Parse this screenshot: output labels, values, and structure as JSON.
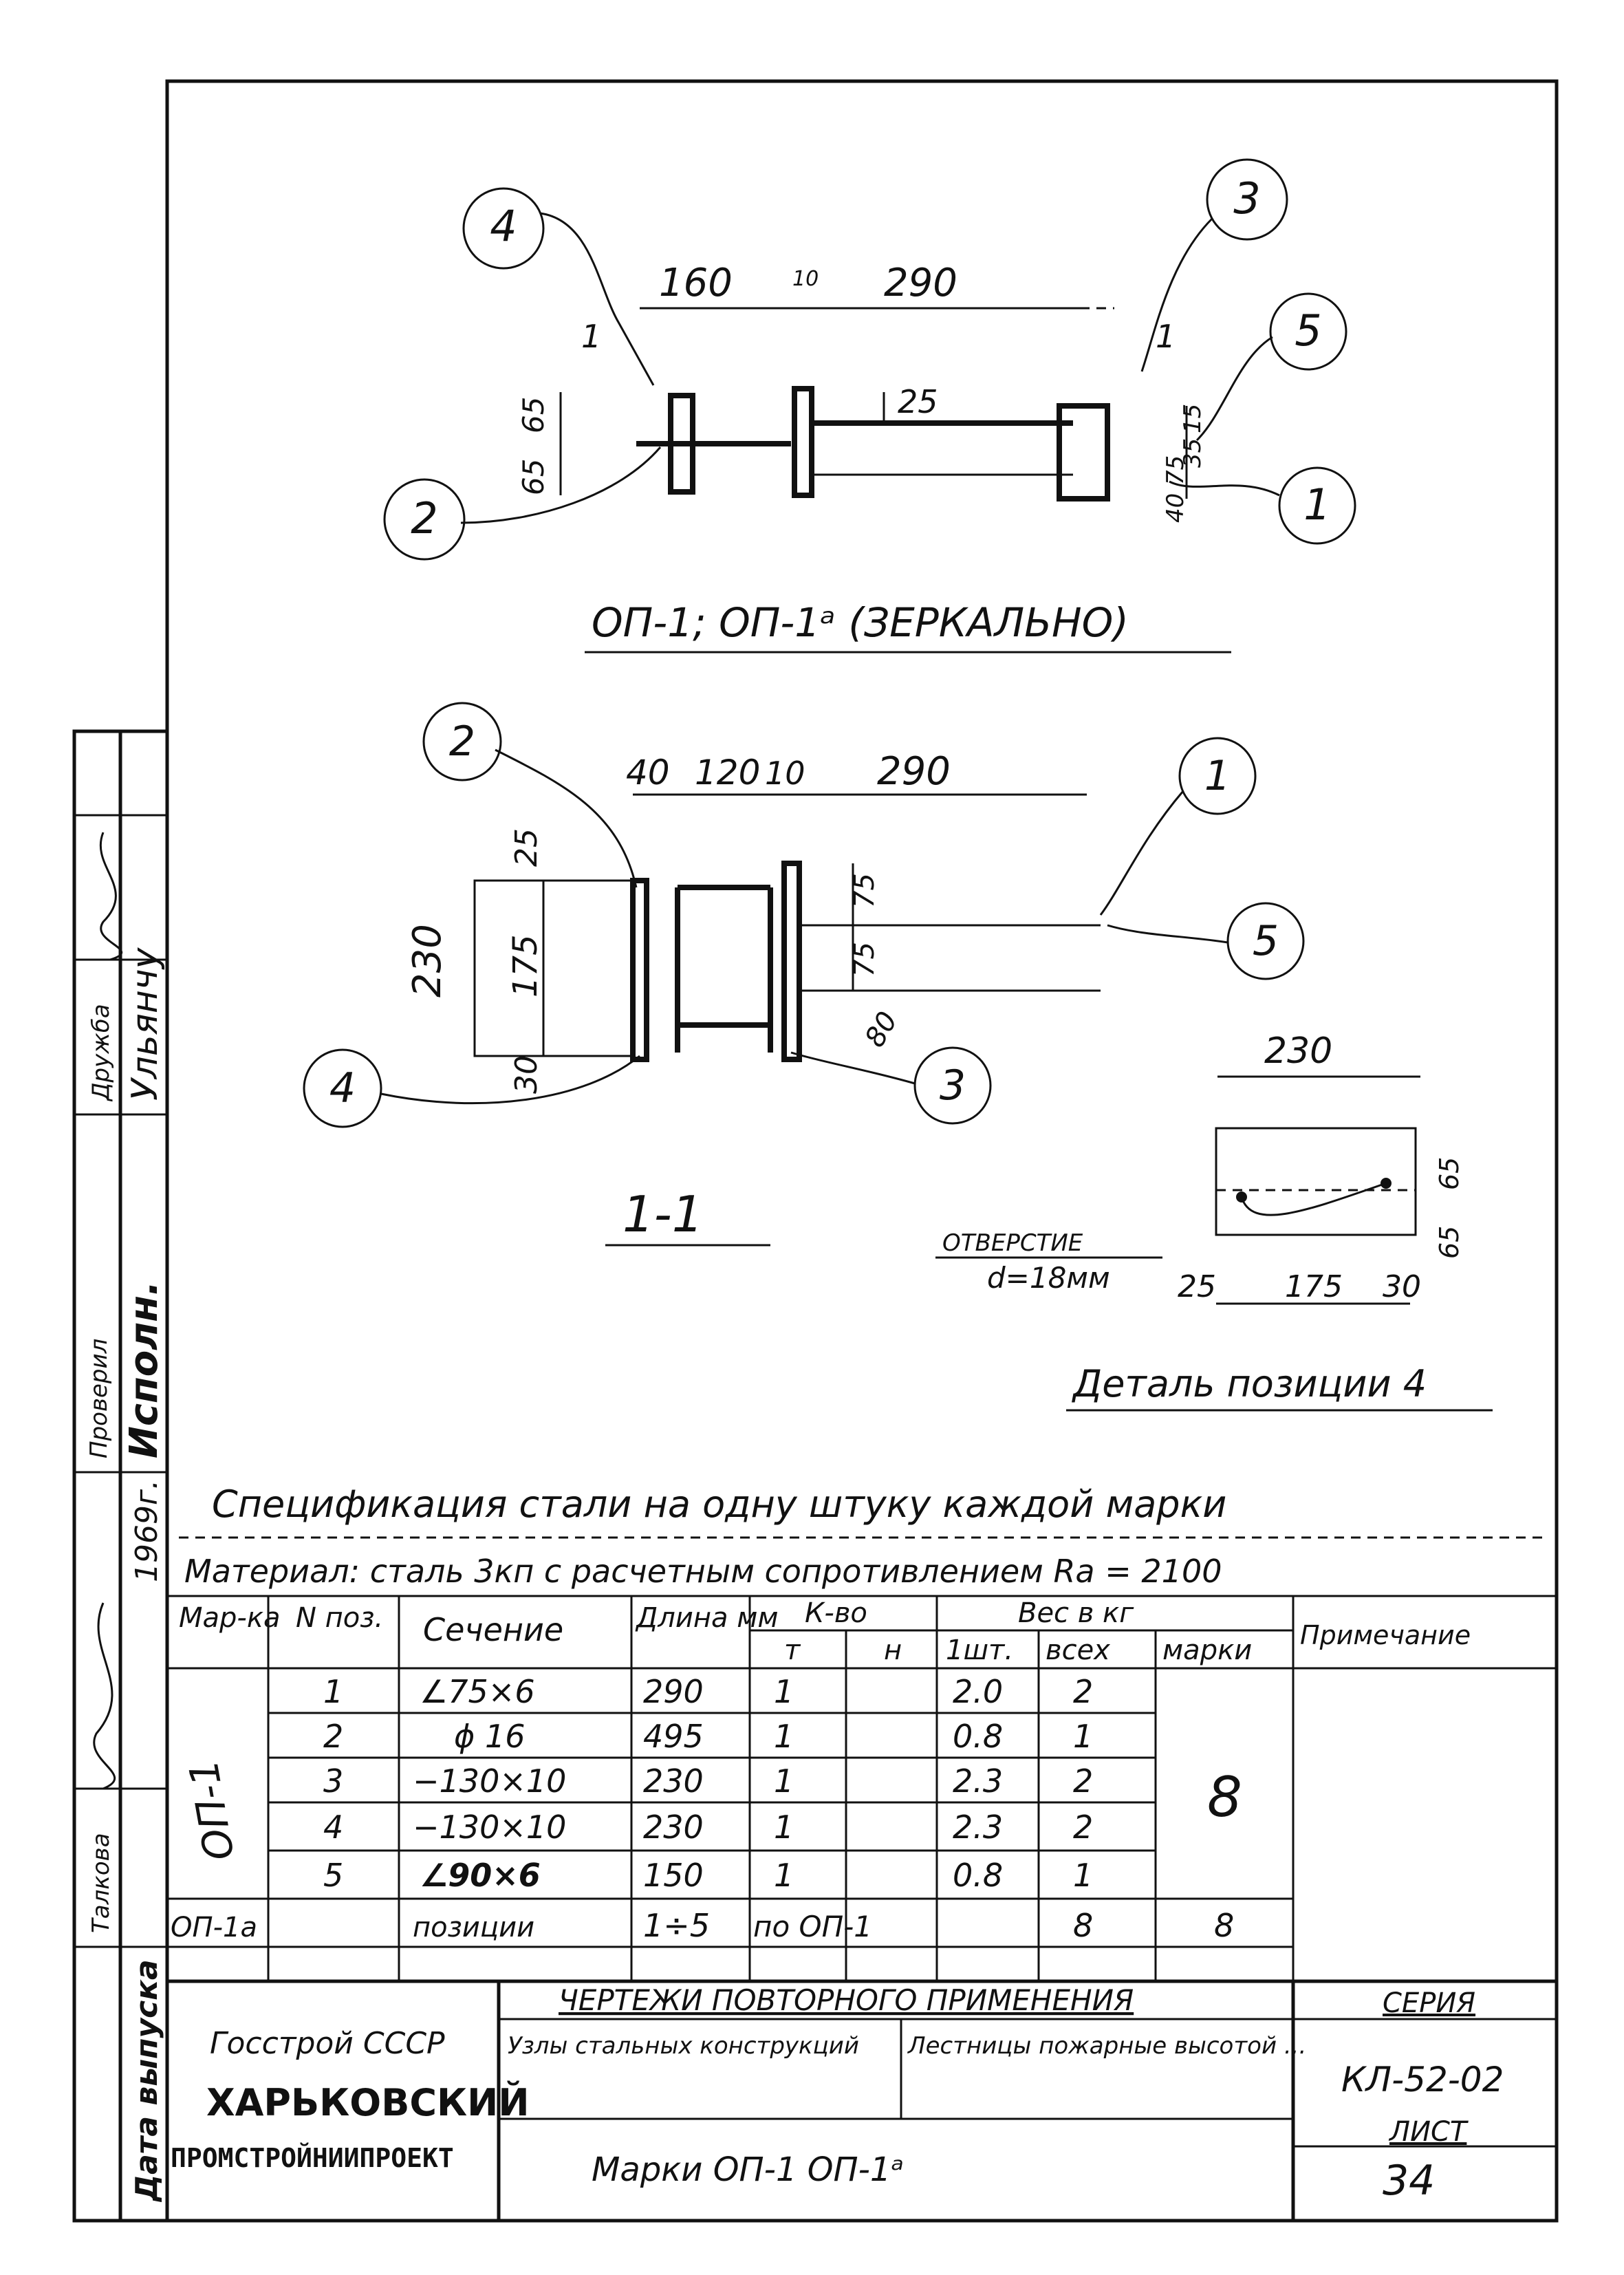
{
  "views": {
    "top": {
      "caption": "ОП-1; ОП-1ᵃ (ЗЕРКАЛЬНО)",
      "callouts": [
        "4",
        "3",
        "5",
        "2",
        "1"
      ],
      "dims": [
        "160",
        "10",
        "290",
        "1",
        "1",
        "25",
        "65",
        "65",
        "15",
        "35",
        "40",
        "75"
      ]
    },
    "section": {
      "caption": "1-1",
      "callouts": [
        "2",
        "1",
        "5",
        "4",
        "3"
      ],
      "dims": [
        "40",
        "120",
        "10",
        "290",
        "25",
        "230",
        "175",
        "30",
        "75",
        "75",
        "80"
      ]
    },
    "detail": {
      "caption": "Деталь позиции 4",
      "hole_label": "ОТВЕРСТИЕ",
      "hole_diameter": "d=18мм",
      "dims": [
        "230",
        "65",
        "65",
        "25",
        "175",
        "30"
      ]
    }
  },
  "left_stamp": {
    "rows": [
      "Проверил",
      "Исполн.",
      "Талкова"
    ],
    "names": [
      "Дружба",
      "Ульянчу"
    ],
    "year": "1969г.",
    "side_label": "Дата выпуска"
  },
  "spec": {
    "title": "Спецификация стали на одну штуку каждой марки",
    "material": "Материал: сталь 3кп с расчетным сопротивлением Ra = 2100",
    "headers": {
      "mark": "Мар-ка",
      "pos": "N поз.",
      "section": "Сечение",
      "length": "Длина мм",
      "qty": "К-во",
      "qty_t": "т",
      "qty_n": "н",
      "weight": "Вес в кг",
      "w_each": "1шт.",
      "w_all": "всех",
      "w_mark": "марки",
      "note": "Примечание"
    },
    "mark_name": "ОП-1",
    "mark_total": "8",
    "rows": [
      {
        "pos": "1",
        "section": "∠75×6",
        "length": "290",
        "qty_t": "1",
        "w_each": "2.0",
        "w_all": "2"
      },
      {
        "pos": "2",
        "section": "ϕ 16",
        "length": "495",
        "qty_t": "1",
        "w_each": "0.8",
        "w_all": "1"
      },
      {
        "pos": "3",
        "section": "−130×10",
        "length": "230",
        "qty_t": "1",
        "w_each": "2.3",
        "w_all": "2"
      },
      {
        "pos": "4",
        "section": "−130×10",
        "length": "230",
        "qty_t": "1",
        "w_each": "2.3",
        "w_all": "2"
      },
      {
        "pos": "5",
        "section": "∠90×6",
        "length": "150",
        "qty_t": "1",
        "w_each": "0.8",
        "w_all": "1"
      }
    ],
    "last_row": {
      "mark": "ОП-1а",
      "section": "позиции",
      "length": "1÷5",
      "qty": "по ОП-1",
      "w_all": "8",
      "w_mark": "8"
    }
  },
  "title_block": {
    "org1": "Госстрой СССР",
    "org2": "ХАРЬКОВСКИЙ",
    "org3": "ПРОМСТРОЙНИИПРОЕКТ",
    "heading": "ЧЕРТЕЖИ ПОВТОРНОГО ПРИМЕНЕНИЯ",
    "subject1": "Узлы стальных конструкций",
    "subject2": "Лестницы пожарные высотой ...",
    "marks": "Марки ОП-1 ОП-1ᵃ",
    "series_label": "СЕРИЯ",
    "series": "КЛ-52-02",
    "sheet_label": "ЛИСТ",
    "sheet": "34"
  }
}
